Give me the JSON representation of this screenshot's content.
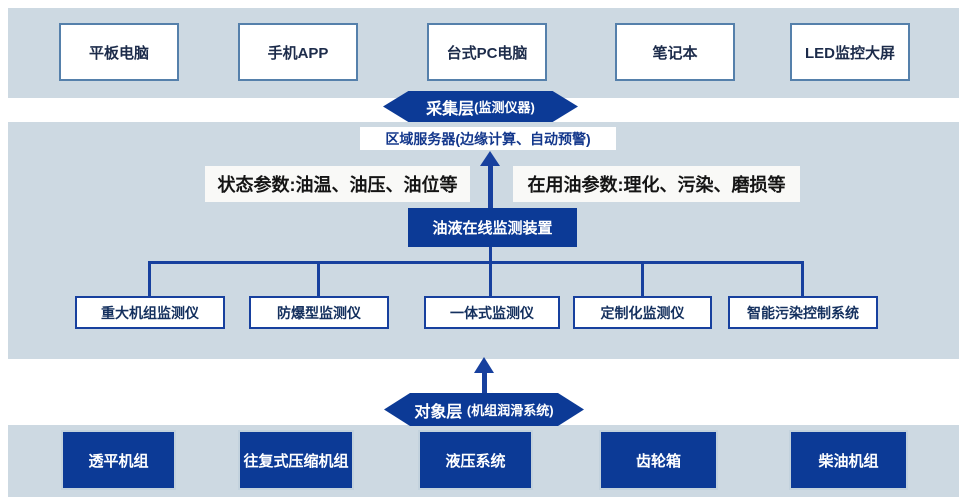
{
  "colors": {
    "band_background": "#cdd9e2",
    "dark_blue_fill": "#0c3a96",
    "connector_blue": "#17409e",
    "terminal_box_border": "#5580ab",
    "dark_text": "#1c2b4a"
  },
  "terminal_layer": {
    "items": [
      "平板电脑",
      "手机APP",
      "台式PC电脑",
      "笔记本",
      "LED监控大屏"
    ]
  },
  "collection_banner": {
    "title": "采集层",
    "subtitle": "(监测仪器)"
  },
  "server_box": {
    "label": "区域服务器(边缘计算、自动预警)"
  },
  "param_labels": {
    "left": "状态参数:油温、油压、油位等",
    "right": "在用油参数:理化、污染、磨损等"
  },
  "monitor_device": {
    "label": "油液在线监测装置"
  },
  "monitors": {
    "items": [
      "重大机组监测仪",
      "防爆型监测仪",
      "一体式监测仪",
      "定制化监测仪",
      "智能污染控制系统"
    ]
  },
  "object_banner": {
    "title": "对象层",
    "subtitle": "(机组润滑系统)"
  },
  "objects": {
    "items": [
      "透平机组",
      "往复式压缩机组",
      "液压系统",
      "齿轮箱",
      "柴油机组"
    ]
  }
}
